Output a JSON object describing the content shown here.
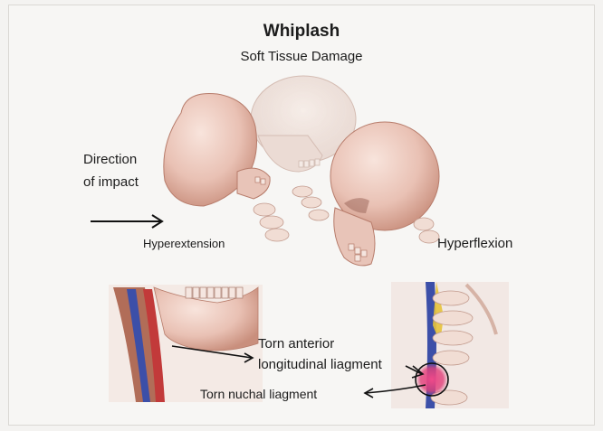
{
  "title": "Whiplash",
  "subtitle": "Soft Tissue Damage",
  "direction": {
    "line1": "Direction",
    "line2": "of impact"
  },
  "labels": {
    "hyperextension": "Hyperextension",
    "hyperflexion": "Hyperflexion",
    "torn_anterior_line1": "Torn anterior",
    "torn_anterior_line2": "longitudinal liagment",
    "torn_nuchal": "Torn nuchal liagment"
  },
  "colors": {
    "bone": "#ecc9bd",
    "bone_shade": "#c98f7d",
    "spine_blue": "#3c4fa8",
    "artery_red": "#c23a3a",
    "ligament_yellow": "#e6c23a",
    "injury_pink": "#e0407a"
  }
}
